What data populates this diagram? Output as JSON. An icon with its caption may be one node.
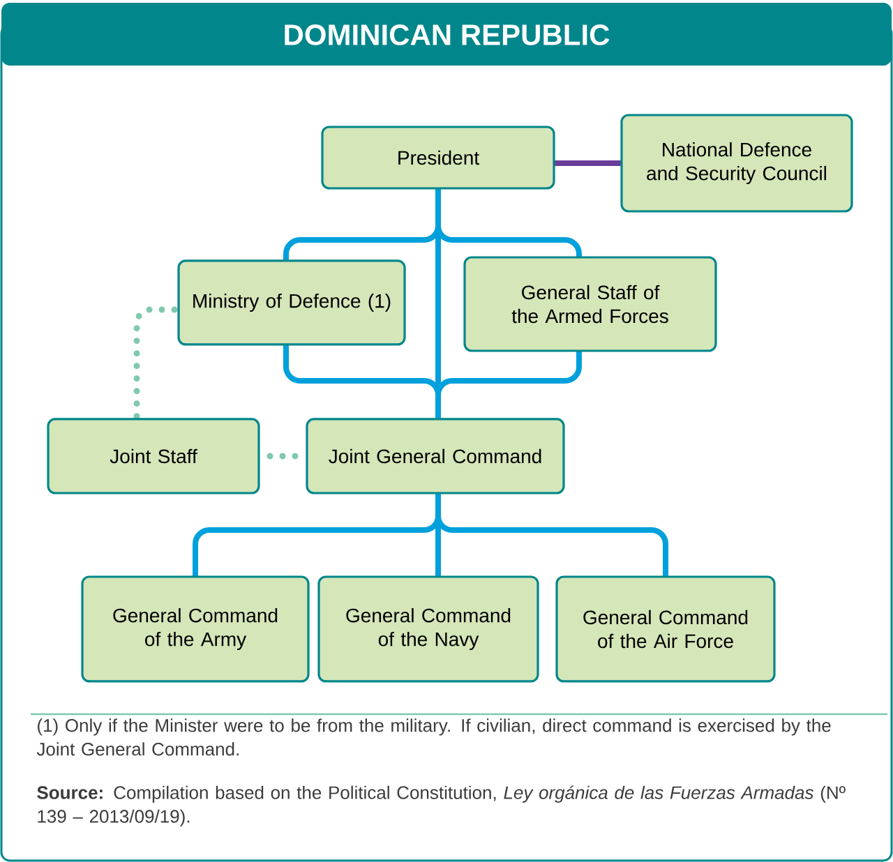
{
  "diagram": {
    "title": "DOMINICAN REPUBLIC",
    "nodes": [
      {
        "text": [
          "President"
        ]
      },
      {
        "text": [
          "National Defence and Security Council"
        ]
      },
      {
        "text": [
          "Ministry of Defence (1)"
        ]
      },
      {
        "text": [
          "General Staff of the Armed Forces"
        ]
      },
      {
        "text": [
          "Joint Staff"
        ]
      },
      {
        "text": [
          "Joint General Command"
        ]
      },
      {
        "text": [
          "General Command of the Army"
        ]
      },
      {
        "text": [
          "General Command of the Navy"
        ]
      },
      {
        "text": [
          "General Command of the Air Force"
        ]
      }
    ],
    "edges": [
      {
        "from": 0,
        "to": 1,
        "arrow": "none",
        "color": "#6a3d9a"
      },
      {
        "from": 0,
        "to": 2,
        "arrow": "none"
      },
      {
        "from": 0,
        "to": 3,
        "arrow": "none"
      },
      {
        "from": 2,
        "to": 5,
        "arrow": "none"
      },
      {
        "from": 3,
        "to": 5,
        "arrow": "none"
      },
      {
        "from": 0,
        "to": 5,
        "arrow": "none"
      },
      {
        "from": 2,
        "to": 4,
        "arrow": "none",
        "style": "dashed",
        "color": "#80c9ad"
      },
      {
        "from": 4,
        "to": 5,
        "arrow": "none",
        "style": "dashed",
        "color": "#80c9ad"
      },
      {
        "from": 5,
        "to": 6,
        "arrow": "none"
      },
      {
        "from": 5,
        "to": 7,
        "arrow": "none"
      },
      {
        "from": 5,
        "to": 8,
        "arrow": "none"
      }
    ],
    "labels": [
      "(1) Only if the Minister were to be from the military. If civilian, direct command is exercised by the Joint General Command.",
      "**Source:** Compilation based on the Political Constitution, *Ley orgánica de las Fuerzas Armadas* (Nº 139 – 2013/09/19)."
    ]
  }
}
